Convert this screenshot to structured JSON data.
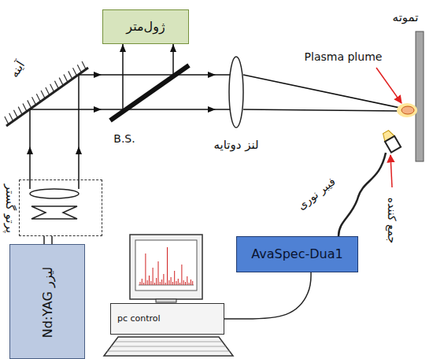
{
  "diagram": {
    "nodes": [
      {
        "text": [
          "لیزر Nd:YAG"
        ]
      },
      {
        "text": [
          "پرتو گستر"
        ]
      },
      {
        "text": [
          "ژول‌متر"
        ]
      },
      {
        "text": [
          "AvaSpec-Dua1"
        ]
      },
      {
        "text": [
          "pc control"
        ]
      }
    ],
    "edges": [
      {
        "from": 0,
        "to": 1,
        "arrow": "none"
      },
      {
        "from": 3,
        "to": 4,
        "arrow": "none"
      }
    ],
    "labels": [
      "آینه",
      "B.S.",
      "لنز دوتایه",
      "Plasma plume",
      "تموته",
      "فیبر نوری",
      "جمع کننده"
    ]
  }
}
